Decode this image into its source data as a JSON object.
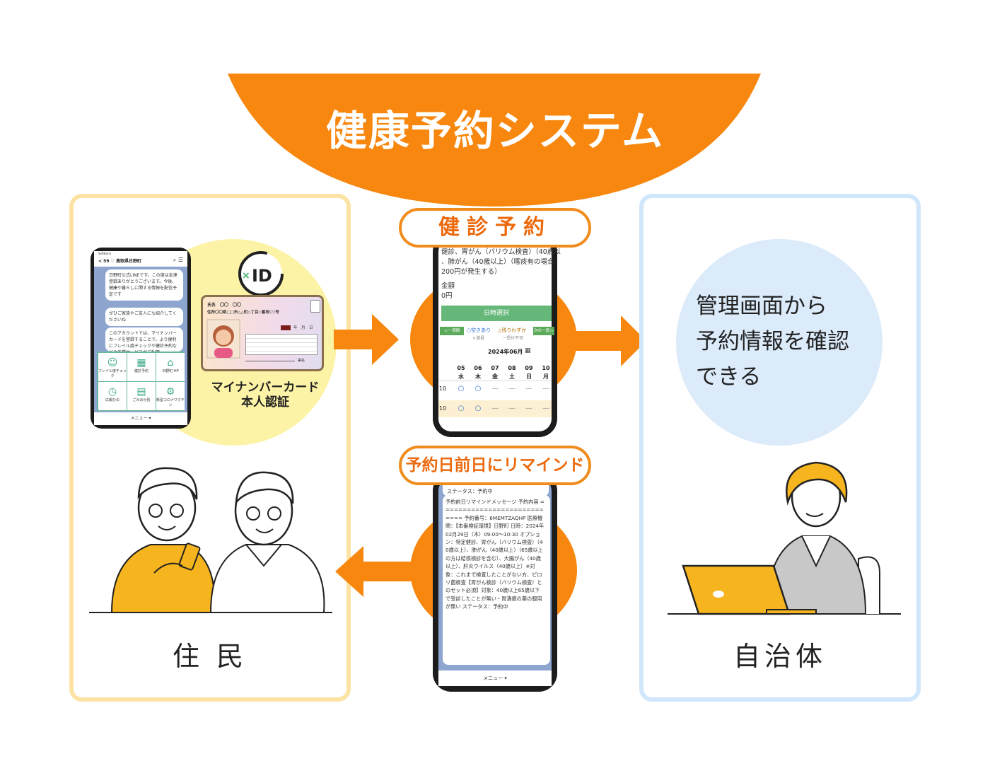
{
  "title": "健康予約システム",
  "colors": {
    "orange": "#f7870e",
    "panel_left_border": "#fde3a3",
    "panel_right_border": "#cfe6fb",
    "yellow_circle": "#fdf3a6",
    "blue_circle": "#dcebfa",
    "green": "#66b87a"
  },
  "pills": {
    "booking": "健診予約",
    "remind": "予約日前日にリマインド"
  },
  "resident": {
    "label": "住 民",
    "phone": {
      "header": "< 59  ♡ 鳥取県日野町",
      "carrier": "SoftBank",
      "bubble1": "日野町公式LINEです。この度は友達登録ありがとうございます。今後、健康や暮らしに関する情報を配信予定です",
      "bubble2": "ぜひご家族やご友人にも紹介してくださいね",
      "bubble3": "このアカウントでは、マイナンバーカードを登録することで、より便利にフレイル度チェックや健診予約などの各種サービスがご利用",
      "menu_items": [
        "フレイル度チェック",
        "健診予約",
        "日野町 HP",
        "広報ひの",
        "ごみの分別",
        "新型コロナワクチン"
      ],
      "menu_label": "メニュー ▾"
    },
    "id_card": {
      "name_row": "氏名　〇〇　〇〇",
      "address_row": "住所〇〇県□□市△△町◇丁目◇番地▽▽号",
      "date_row": "年　月　日",
      "sign_label": "署名",
      "logo": "×ID",
      "caption_line1": "マイナンバーカード",
      "caption_line2": "本人認証"
    }
  },
  "booking_phone": {
    "text_line1": "健診、胃がん（バリウム検査）（40歳以",
    "text_line2": "、肺がん（40歳以上）（喀痰有の場合、",
    "text_line3": "200円が発生する）",
    "price_label": "金額",
    "price_value": "0円",
    "button": "日時選択",
    "prev_week": "◁ 一週間",
    "next_week": "次の一週 ▷",
    "legend_available": "○空きあり",
    "legend_few": "△残りわずか",
    "legend_full": "×満員",
    "legend_closed": "－受付不可",
    "month": "2024年06月",
    "days": [
      {
        "date": "05",
        "dow": "水"
      },
      {
        "date": "06",
        "dow": "木"
      },
      {
        "date": "07",
        "dow": "金"
      },
      {
        "date": "08",
        "dow": "土"
      },
      {
        "date": "09",
        "dow": "日"
      },
      {
        "date": "10",
        "dow": "月"
      }
    ],
    "row_time": "10",
    "row_marks": [
      "○",
      "○",
      "—",
      "—",
      "—",
      "—"
    ]
  },
  "remind_phone": {
    "top_line1": "09:00〜10:30",
    "top_line2": "ステータス：予約中",
    "message": "予約前日リマインドメッセージ 予約内容 ============================ 予約番号：6MEMTZAQHP 医療機関：【本番検証環境】日野町 日時：2024年02月29日（木）09:00〜10:30 オプション：特定健診、胃がん（バリウム検査）（40歳以上）、肺がん（40歳以上）（65歳以上の方は結核検診を含む）、大腸がん（40歳以上）、肝炎ウイルス（40歳以上）※対象：これまで検査したことがない方、ピロリ菌検査【胃がん検診（バリウム検査）とのセット必須】対象：40歳以上65歳以下で受診したことが無い・胃潰瘍の薬の服用が無い ステータス：予約中",
    "menu_label": "メニュー ▾"
  },
  "municipality": {
    "label": "自治体",
    "text_line1": "管理画面から",
    "text_line2": "予約情報を確認",
    "text_line3": "できる"
  }
}
